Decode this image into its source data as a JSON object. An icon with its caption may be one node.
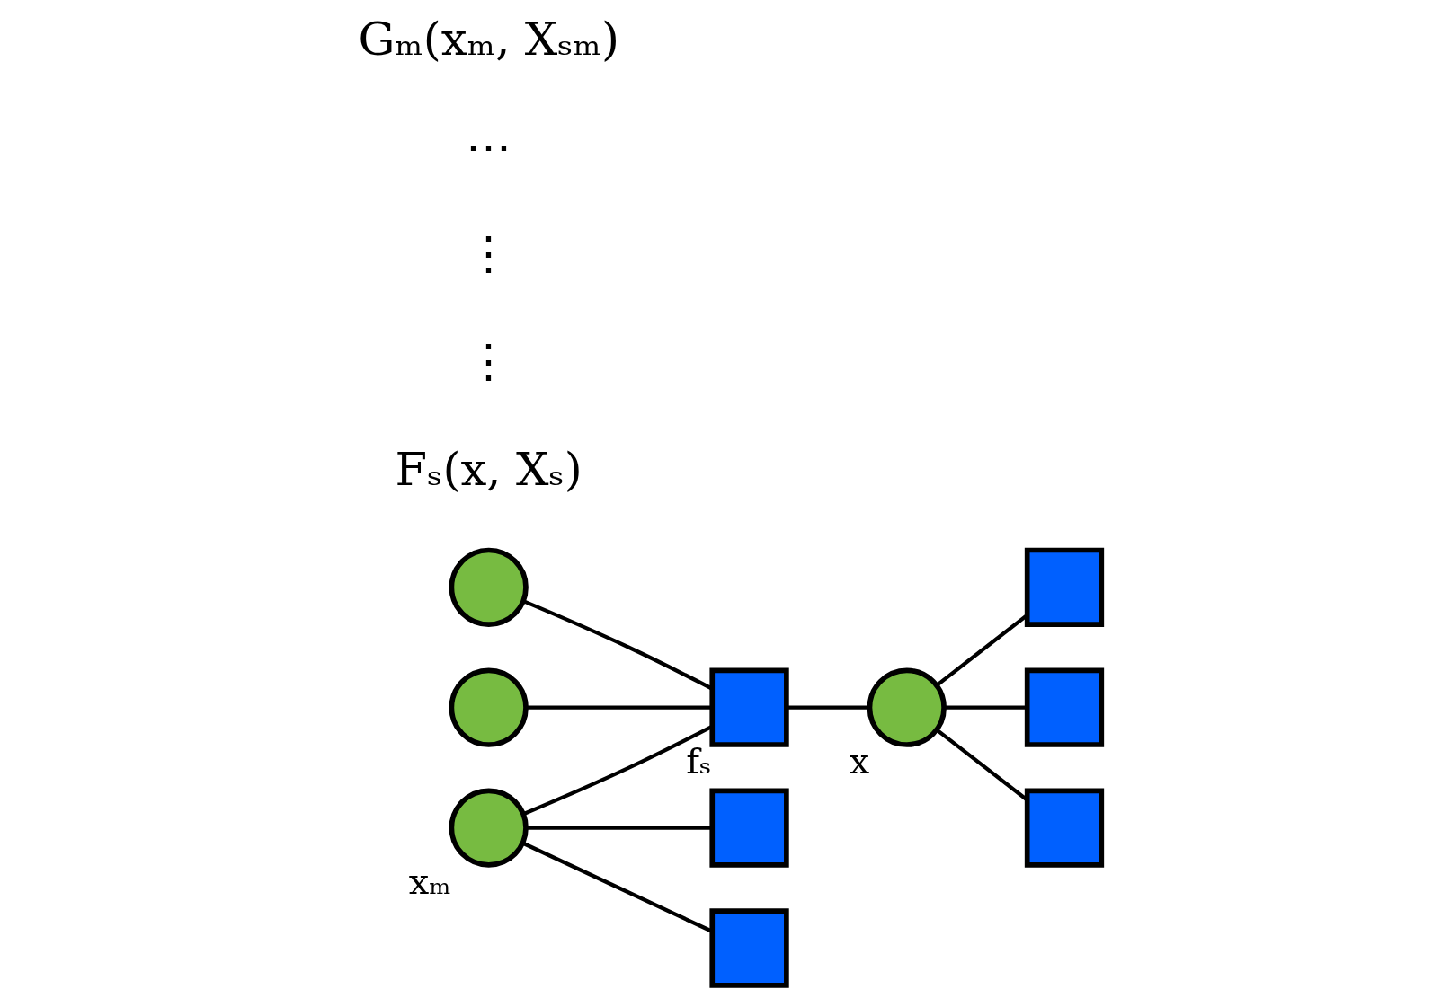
{
  "diagram": {
    "nodes": [
      {
        "text": [],
        "shape": "circle"
      },
      {
        "text": [],
        "shape": "circle"
      },
      {
        "text": [],
        "shape": "circle",
        "beside": [
          "xₘ"
        ]
      },
      {
        "text": [],
        "shape": "box",
        "beside": [
          "fₛ"
        ]
      },
      {
        "text": [],
        "shape": "circle",
        "beside": [
          "x"
        ]
      },
      {
        "text": [],
        "shape": "box"
      },
      {
        "text": [],
        "shape": "box"
      },
      {
        "text": [],
        "shape": "box"
      },
      {
        "text": [],
        "shape": "box"
      },
      {
        "text": [],
        "shape": "box"
      }
    ],
    "edges": [
      {
        "from": 0,
        "to": 3,
        "arrow": "none"
      },
      {
        "from": 1,
        "to": 3,
        "arrow": "none"
      },
      {
        "from": 2,
        "to": 3,
        "arrow": "none"
      },
      {
        "from": 3,
        "to": 4,
        "arrow": "none"
      },
      {
        "from": 4,
        "to": 5,
        "arrow": "none"
      },
      {
        "from": 4,
        "to": 6,
        "arrow": "none"
      },
      {
        "from": 4,
        "to": 7,
        "arrow": "none"
      },
      {
        "from": 2,
        "to": 8,
        "arrow": "none"
      },
      {
        "from": 2,
        "to": 9,
        "arrow": "none"
      }
    ],
    "labels": [
      "Fₛ(x, Xₛ)",
      "⋮",
      "⋮",
      "⋯",
      "Gₘ(xₘ, Xₛₘ)"
    ]
  }
}
